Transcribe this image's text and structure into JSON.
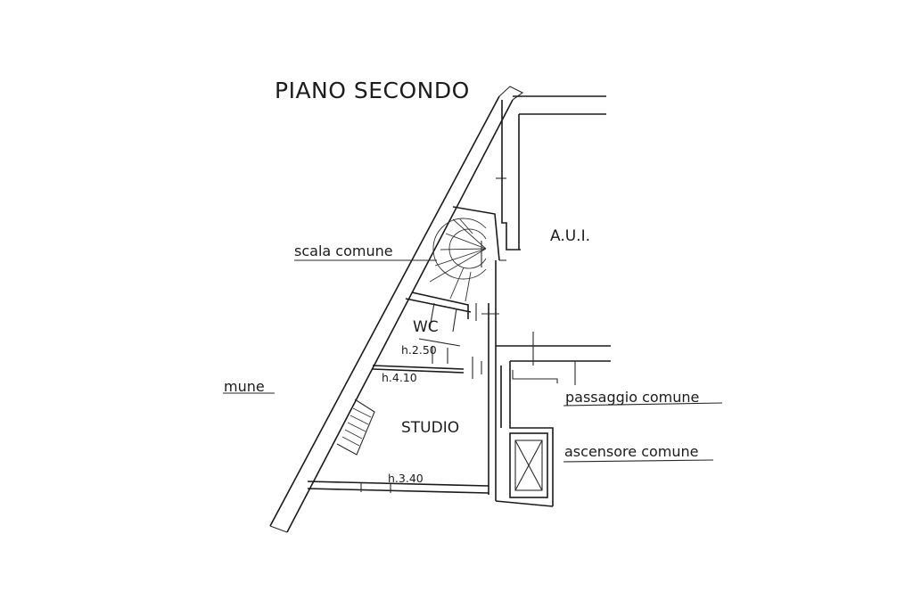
{
  "title": "PIANO SECONDO",
  "rooms": {
    "aui": "A.U.I.",
    "wc": "WC",
    "studio": "STUDIO"
  },
  "heights": {
    "wc": "h.2.50",
    "upper": "h.4.10",
    "studio": "h.3.40"
  },
  "callouts": {
    "stair": "scala comune",
    "passage": "passaggio comune",
    "lift": "ascensore comune",
    "partial": "mune"
  }
}
